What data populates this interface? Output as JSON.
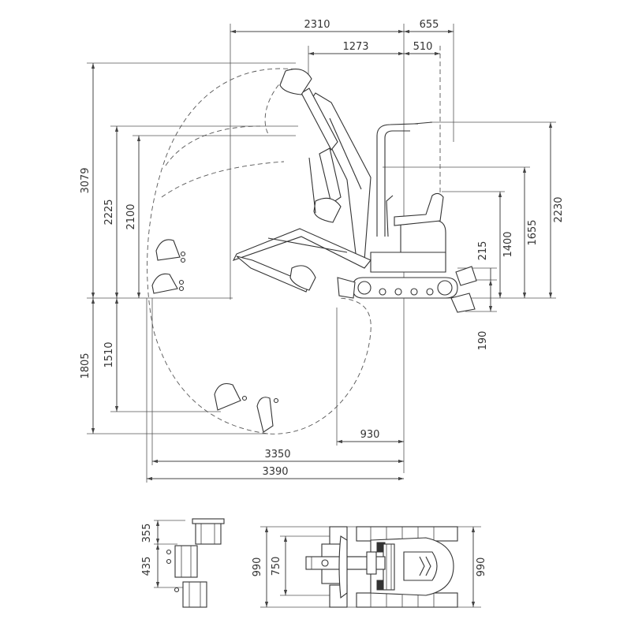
{
  "side_view": {
    "top_dims": [
      "2310",
      "655",
      "1273",
      "510"
    ],
    "left_dims": [
      "3079",
      "2225",
      "2100",
      "1805",
      "1510"
    ],
    "right_dims": [
      "2230",
      "1655",
      "1400",
      "215",
      "190"
    ],
    "bottom_dims": [
      "930",
      "3350",
      "3390"
    ]
  },
  "bucket_detail": {
    "dims": [
      "355",
      "435"
    ]
  },
  "front_view": {
    "dims": [
      "990",
      "750"
    ]
  },
  "top_view": {
    "dims": [
      "990"
    ]
  }
}
